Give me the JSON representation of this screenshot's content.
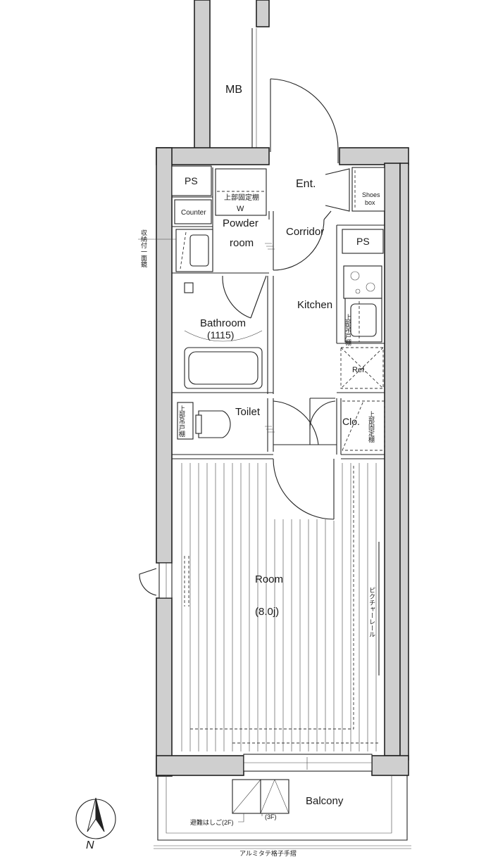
{
  "rooms": {
    "mb": "MB",
    "ps_top": "PS",
    "ent": "Ent.",
    "shoes_box_line1": "Shoes",
    "shoes_box_line2": "box",
    "counter": "Counter",
    "storage_w_line1": "上部固定棚",
    "storage_w_line2": "W",
    "powder_room_line1": "Powder",
    "powder_room_line2": "room",
    "corridor": "Corridor",
    "ps_kitchen": "PS",
    "kitchen": "Kitchen",
    "kitchen_cabinet": "上部吊戸棚",
    "bathroom": "Bathroom",
    "bathroom_size": "(1115)",
    "ref": "Ref.",
    "toilet": "Toilet",
    "toilet_cabinet": "上部吊戸棚",
    "clo": "Clo.",
    "clo_shelf": "上部固定棚",
    "room": "Room",
    "room_size": "(8.0j)",
    "picture_rail": "ピクチャーレール",
    "mirror_storage": "収納付一面鏡",
    "balcony": "Balcony",
    "escape_ladder_2f": "避難はしご(2F)",
    "escape_ladder_3f": "(3F)",
    "handrail": "アルミタテ格子手摺",
    "north": "N"
  }
}
